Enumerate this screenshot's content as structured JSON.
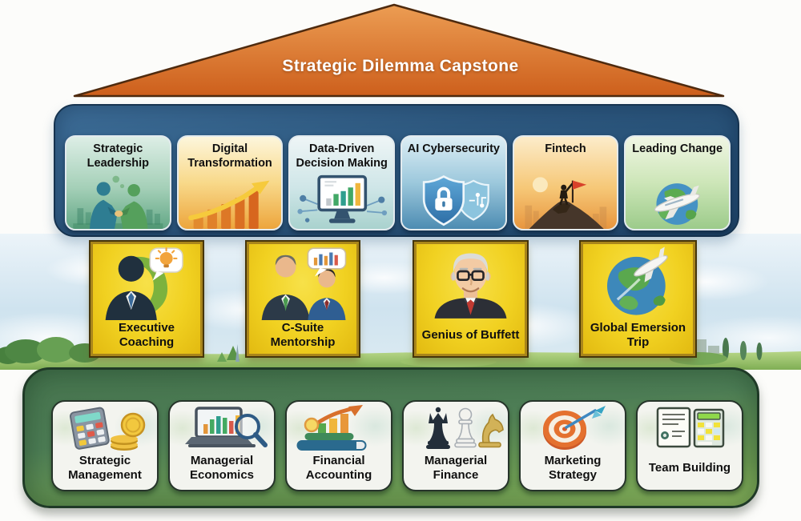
{
  "roof": {
    "label": "Strategic Dilemma Capstone",
    "color": "#d4681e"
  },
  "top_band": {
    "color": "#2d587f",
    "cards": [
      {
        "label": "Strategic Leadership",
        "icon": "handshake-icon"
      },
      {
        "label": "Digital Transformation",
        "icon": "growth-arrow-icon"
      },
      {
        "label": "Data-Driven Decision Making",
        "icon": "monitor-chart-icon"
      },
      {
        "label": "AI Cybersecurity",
        "icon": "shield-lock-icon"
      },
      {
        "label": "Fintech",
        "icon": "summit-flag-icon"
      },
      {
        "label": "Leading Change",
        "icon": "globe-plane-icon"
      }
    ]
  },
  "middle_row": {
    "card_color": "#f1d121",
    "cards": [
      {
        "label": "Executive Coaching",
        "icon": "coach-silhouette-icon"
      },
      {
        "label": "C-Suite Mentorship",
        "icon": "mentors-dialogue-icon"
      },
      {
        "label": "Genius of Buffett",
        "icon": "buffett-portrait-icon"
      },
      {
        "label": "Global Emersion Trip",
        "icon": "globe-airplane-icon"
      }
    ]
  },
  "bottom_band": {
    "color": "#4d7d55",
    "cards": [
      {
        "label": "Strategic Management",
        "icon": "calculator-coins-icon"
      },
      {
        "label": "Managerial Economics",
        "icon": "laptop-analytics-icon"
      },
      {
        "label": "Financial Accounting",
        "icon": "books-growth-icon"
      },
      {
        "label": "Managerial Finance",
        "icon": "chess-pieces-icon"
      },
      {
        "label": "Marketing Strategy",
        "icon": "target-dart-icon"
      },
      {
        "label": "Team Building",
        "icon": "document-calculator-icon"
      }
    ]
  }
}
